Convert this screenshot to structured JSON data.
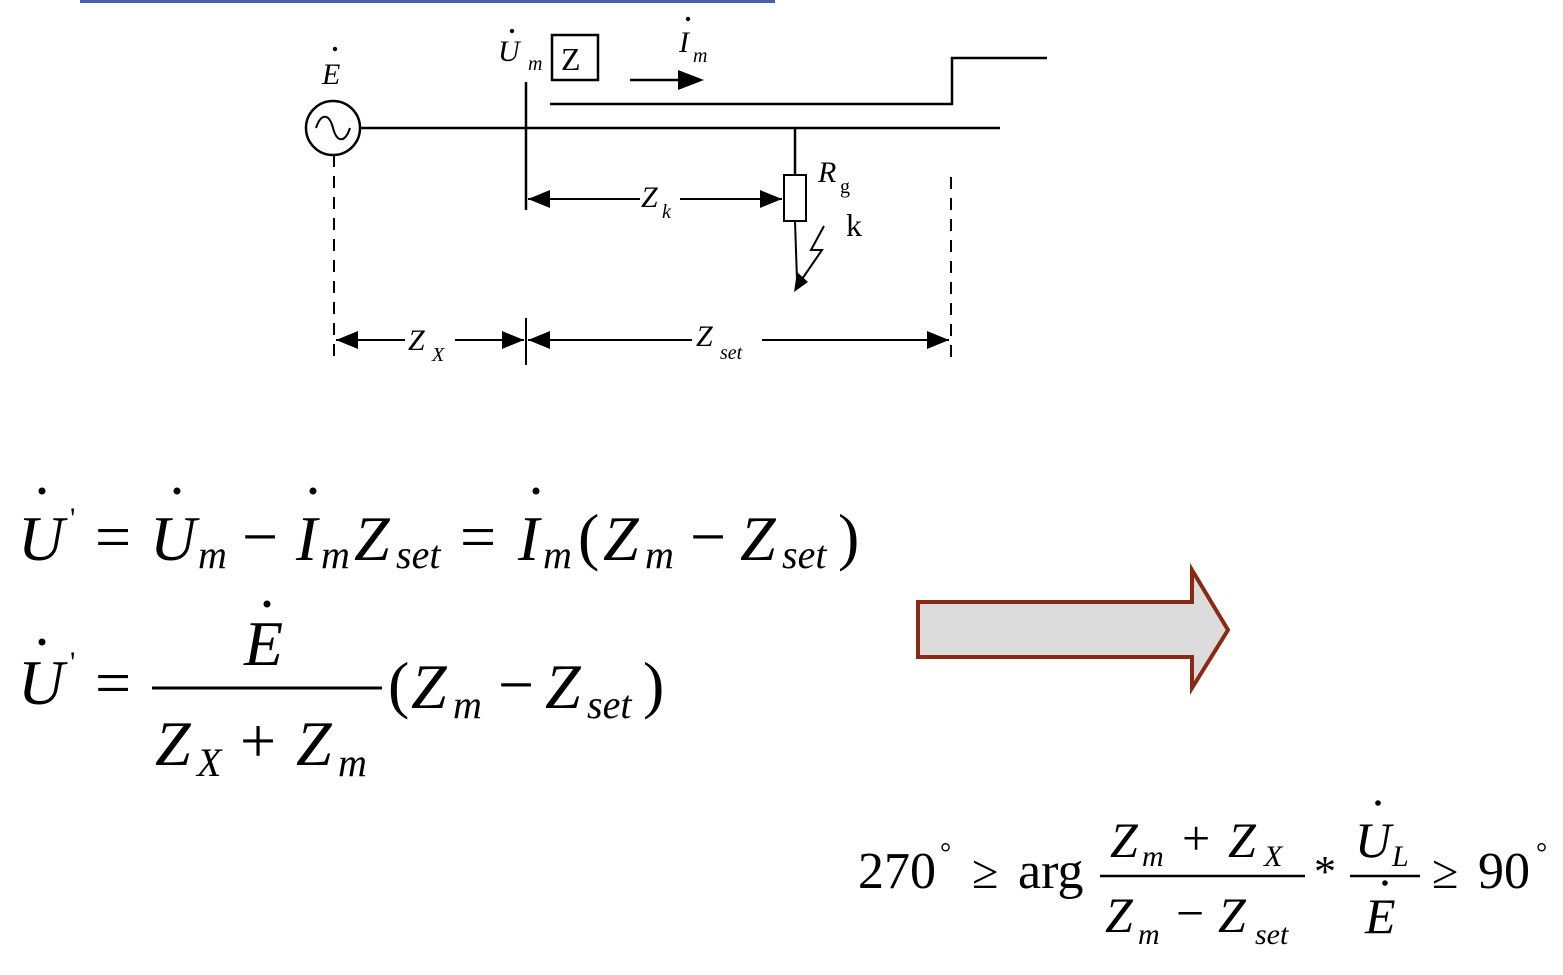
{
  "diagram": {
    "source_label": "E",
    "voltage_label": "U",
    "voltage_sub": "m",
    "relay_label": "Z",
    "current_label": "I",
    "current_sub": "m",
    "zk_label": "Z",
    "zk_sub": "k",
    "rg_label": "R",
    "rg_sub": "g",
    "fault_label": "k",
    "zx_label": "Z",
    "zx_sub": "X",
    "zset_label": "Z",
    "zset_sub": "set"
  },
  "equations": {
    "eq1": {
      "lhs_var": "U",
      "lhs_prime": "'",
      "equals": "=",
      "um": "U",
      "m": "m",
      "minus": "−",
      "im": "I",
      "zset_var": "Z",
      "set": "set",
      "open_paren": "(",
      "zm_var": "Z",
      "close_paren": ")"
    },
    "eq2": {
      "lhs_var": "U",
      "lhs_prime": "'",
      "equals": "=",
      "num_e": "E",
      "den_z": "Z",
      "den_x": "X",
      "plus": "+",
      "den_zm": "Z",
      "den_m": "m",
      "open_paren": "(",
      "zm_var": "Z",
      "m": "m",
      "minus": "−",
      "zset_var": "Z",
      "set": "set",
      "close_paren": ")"
    },
    "criterion": {
      "left_value": "270",
      "degree": "°",
      "geq": "≥",
      "arg": "arg",
      "num_zm": "Z",
      "m": "m",
      "plus": "+",
      "num_zx": "Z",
      "x": "X",
      "den_zm": "Z",
      "minus": "−",
      "den_zset": "Z",
      "set": "set",
      "times": "*",
      "ul_u": "U",
      "ul_sub": "L",
      "e": "E",
      "right_value": "90"
    }
  },
  "colors": {
    "line": "#000000",
    "top_bar": "#4a5fb0",
    "arrow_fill": "#dcdcdc",
    "arrow_stroke": "#8b2a12"
  }
}
